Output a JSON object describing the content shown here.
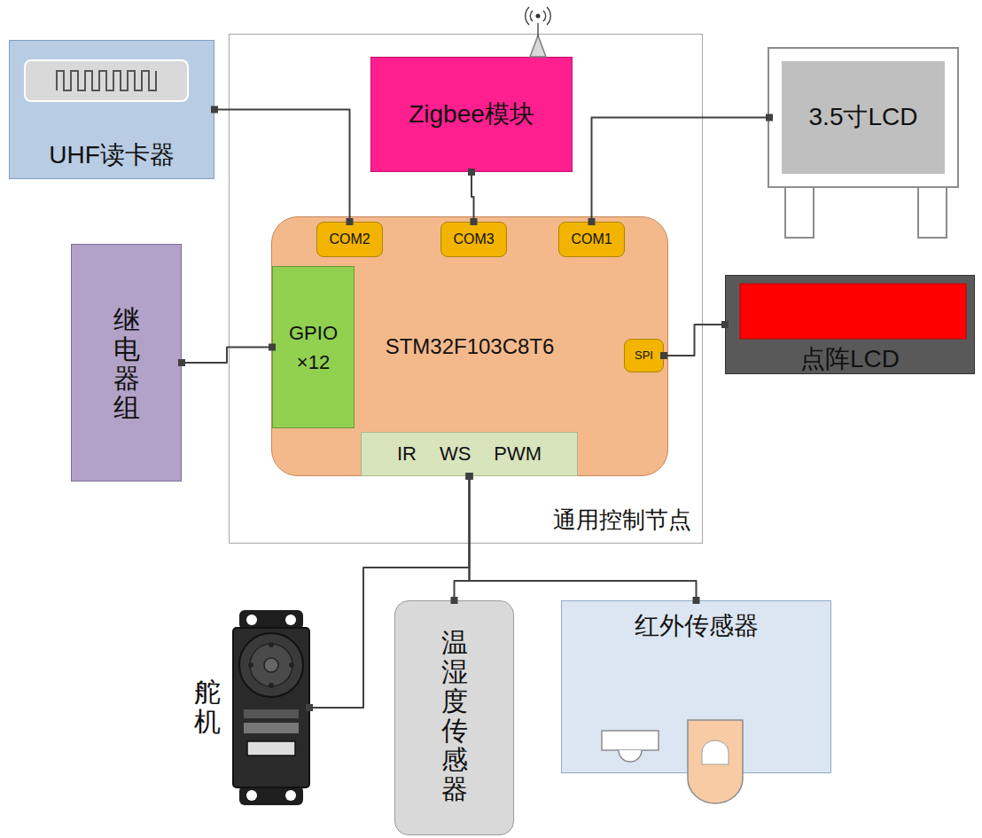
{
  "diagram": {
    "nodes": [
      {
        "text": [
          "UHF读卡器"
        ]
      },
      {
        "text": [
          "通用控制节点"
        ]
      },
      {
        "text": [
          "Zigbee模块"
        ],
        "in": 1
      },
      {
        "text": [
          "3.5寸LCD"
        ]
      },
      {
        "text": [
          "STM32F103C8T6"
        ],
        "in": 1
      },
      {
        "text": [
          "COM2"
        ],
        "in": 4
      },
      {
        "text": [
          "COM3"
        ],
        "in": 4
      },
      {
        "text": [
          "COM1"
        ],
        "in": 4
      },
      {
        "text": [
          "GPIO ×12"
        ],
        "in": 4
      },
      {
        "text": [
          "SPI"
        ],
        "in": 4
      },
      {
        "text": [
          "IR WS PWM"
        ],
        "in": 4
      },
      {
        "text": [
          "继电器组"
        ]
      },
      {
        "text": [
          "点阵LCD"
        ]
      },
      {
        "text": [
          "舵机"
        ]
      },
      {
        "text": [
          "温湿度传感器"
        ]
      },
      {
        "text": [
          "红外传感器"
        ]
      }
    ],
    "edges": [
      {
        "from": 0,
        "to": 5,
        "arrow": "none"
      },
      {
        "from": 2,
        "to": 6,
        "arrow": "none"
      },
      {
        "from": 7,
        "to": 3,
        "arrow": "none"
      },
      {
        "from": 11,
        "to": 8,
        "arrow": "none"
      },
      {
        "from": 9,
        "to": 12,
        "arrow": "none"
      },
      {
        "from": 10,
        "to": 13,
        "arrow": "none"
      },
      {
        "from": 10,
        "to": 14,
        "arrow": "none"
      },
      {
        "from": 10,
        "to": 15,
        "arrow": "none"
      }
    ]
  }
}
